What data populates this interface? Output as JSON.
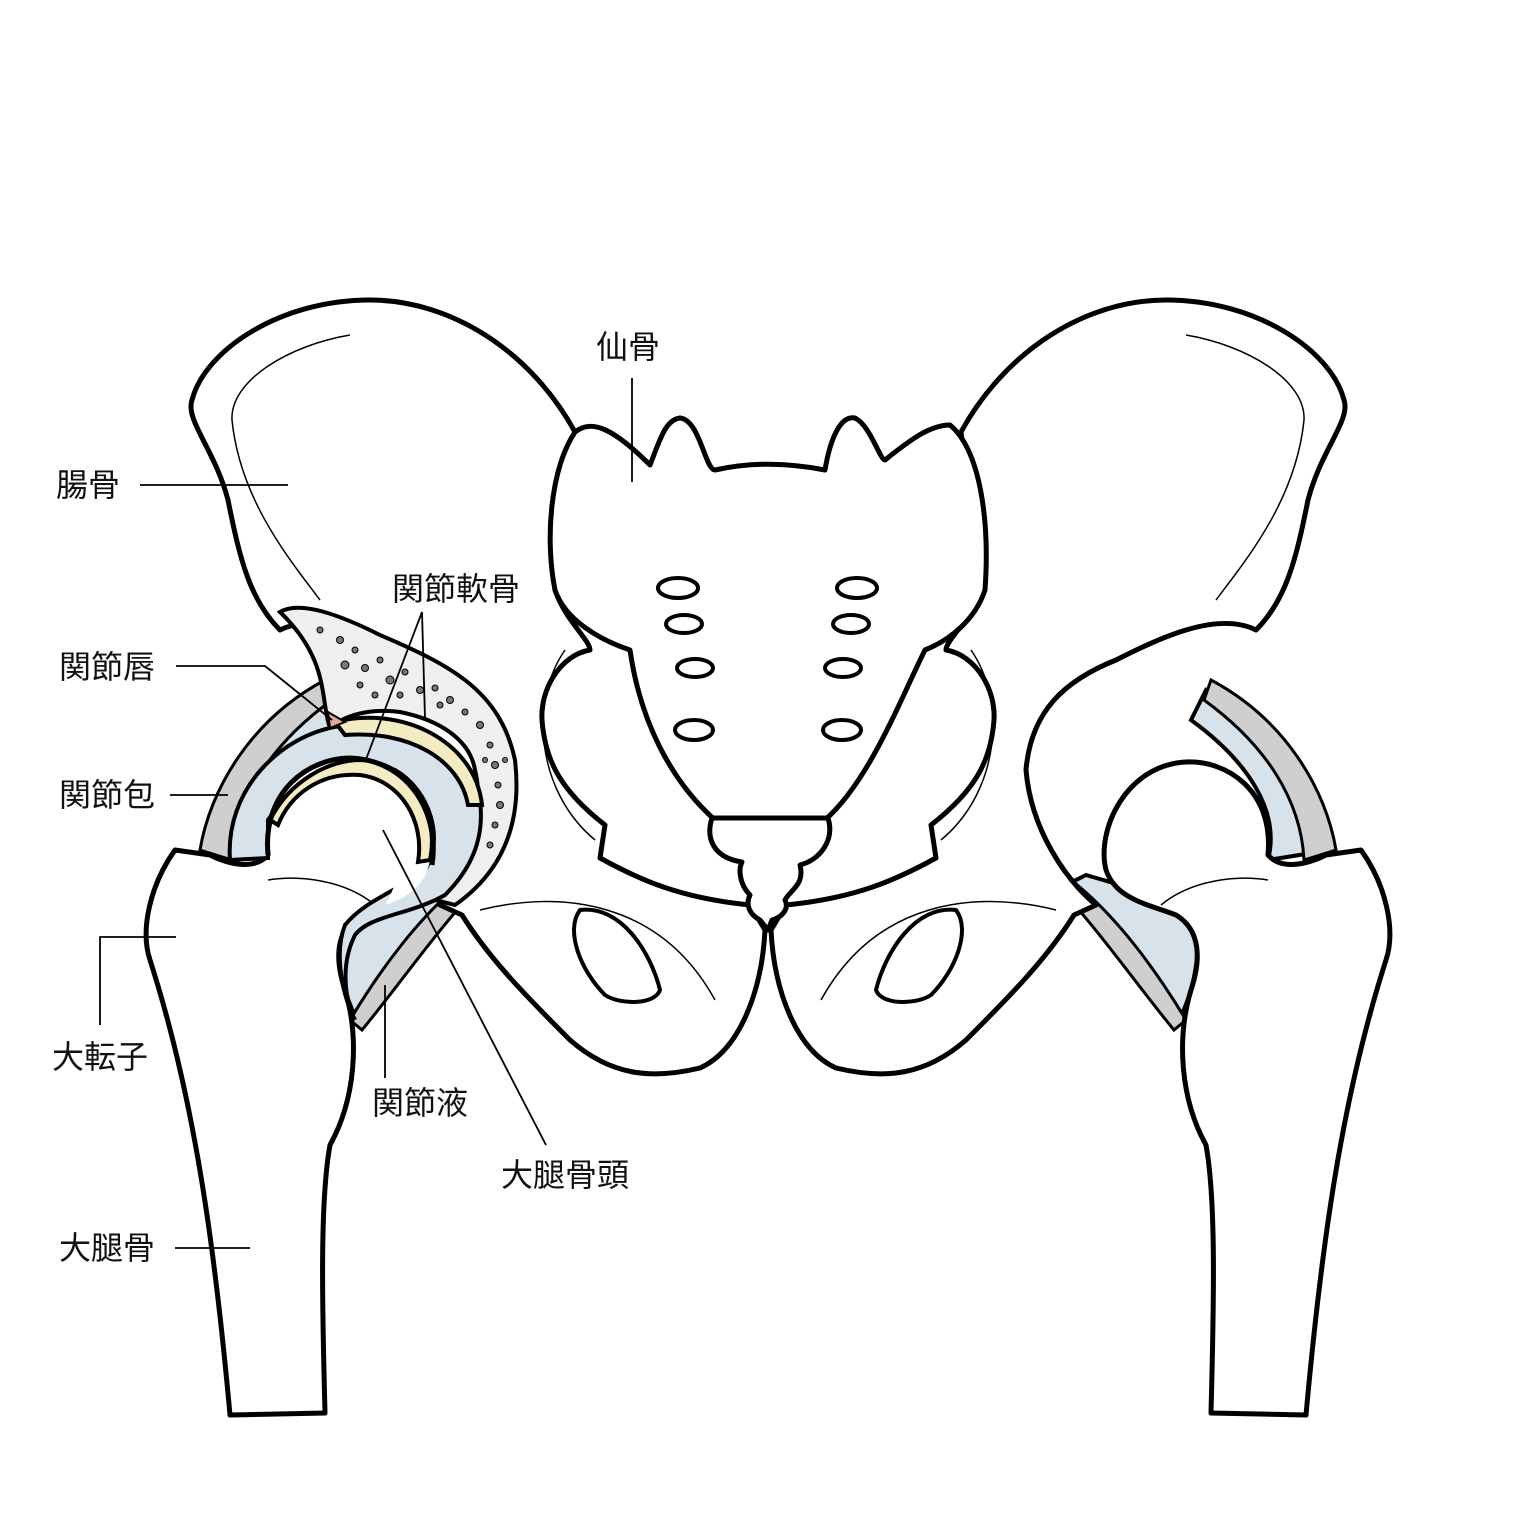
{
  "labels": {
    "sacrum": "仙骨",
    "ilium": "腸骨",
    "articular_cartilage": "関節軟骨",
    "labrum": "関節唇",
    "joint_capsule": "関節包",
    "greater_trochanter": "大転子",
    "synovial_fluid": "関節液",
    "femoral_head": "大腿骨頭",
    "femur": "大腿骨"
  },
  "colors": {
    "capsule": "#d8e2ea",
    "cartilage": "#f3ecc2",
    "labrum": "#e8a898",
    "ligament": "#cfcfcf"
  }
}
